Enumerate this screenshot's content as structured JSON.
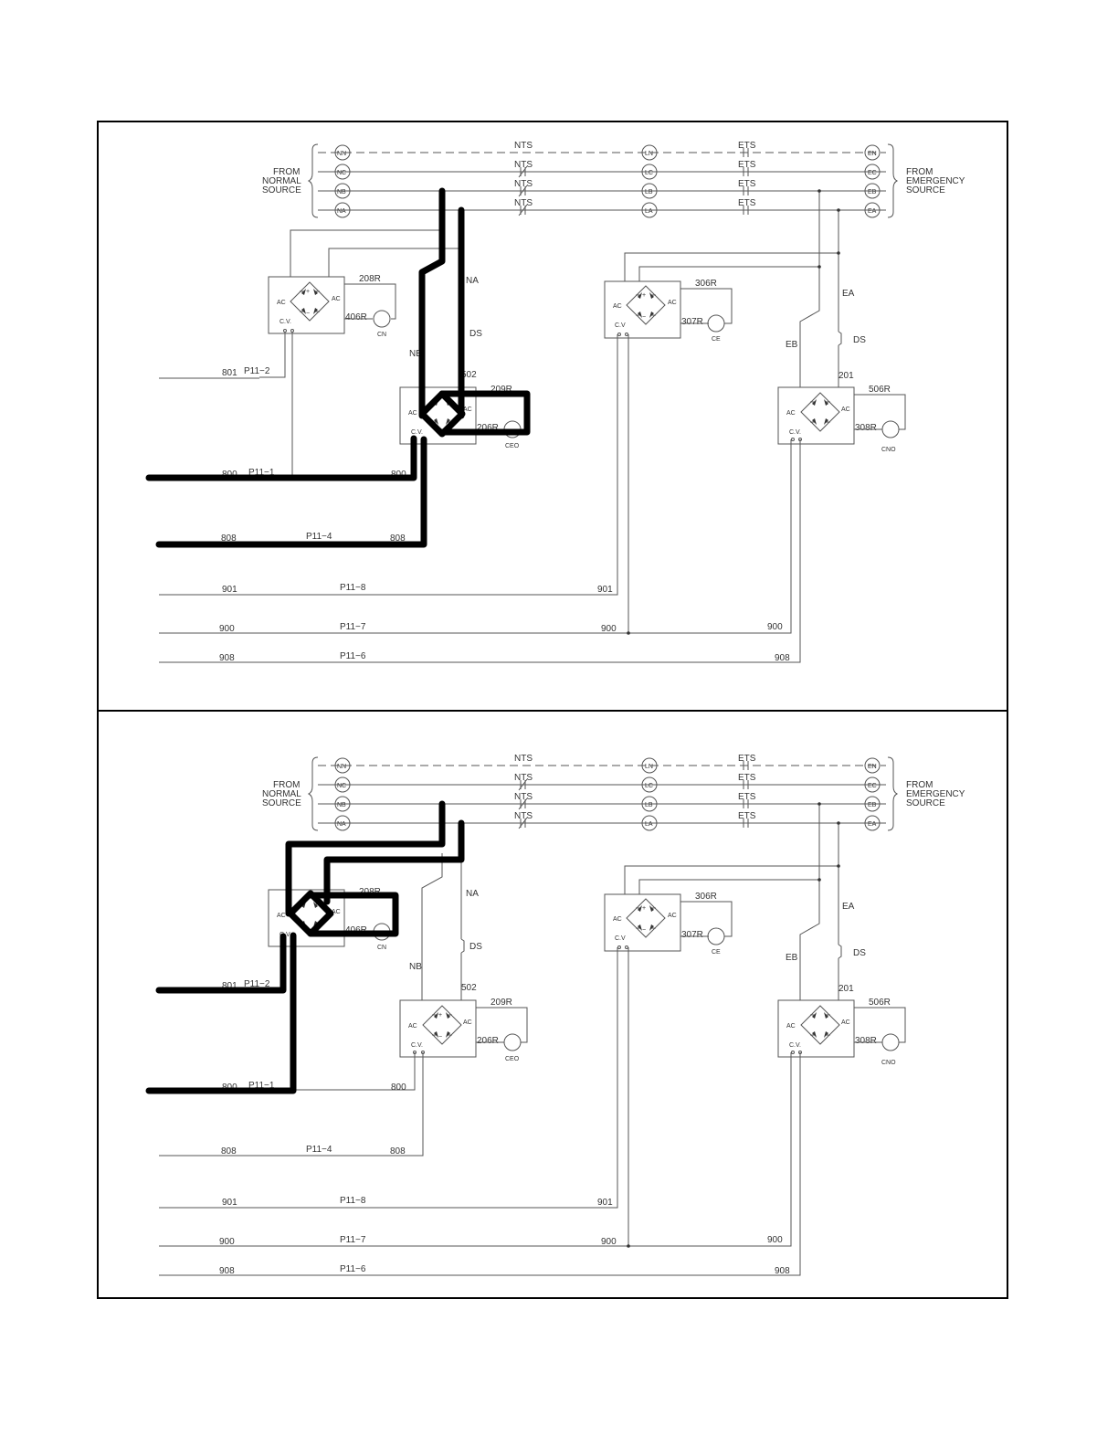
{
  "source_labels": {
    "normal": [
      "FROM",
      "NORMAL",
      "SOURCE"
    ],
    "emergency": [
      "FROM",
      "EMERGENCY",
      "SOURCE"
    ]
  },
  "buses": [
    {
      "left": "NN",
      "mid": "LN",
      "right": "EN",
      "nts": "NTS",
      "ets": "ETS"
    },
    {
      "left": "NC",
      "mid": "LC",
      "right": "EC",
      "nts": "NTS",
      "ets": "ETS"
    },
    {
      "left": "NB",
      "mid": "LB",
      "right": "EB",
      "nts": "NTS",
      "ets": "ETS"
    },
    {
      "left": "NA",
      "mid": "LA",
      "right": "EA",
      "nts": "NTS",
      "ets": "ETS"
    }
  ],
  "rectifiers": {
    "cn": {
      "ac": "AC",
      "cv": "C.V.",
      "r1": "208R",
      "r2": "406R",
      "coil": "CN"
    },
    "ceo": {
      "ac": "AC",
      "cv": "C.V.",
      "r1": "209R",
      "r2": "206R",
      "coil": "CEO"
    },
    "ce": {
      "ac": "AC",
      "cv": "C.V",
      "r1": "306R",
      "r2": "307R",
      "coil": "CE"
    },
    "cno": {
      "ac": "AC",
      "cv": "C.V.",
      "r1": "506R",
      "r2": "308R",
      "coil": "CNO"
    }
  },
  "switch_labels": {
    "na": "NA",
    "nb": "NB",
    "ds": "DS",
    "n502": "502",
    "ea": "EA",
    "eb": "EB",
    "n201": "201"
  },
  "wires": [
    {
      "left": "801",
      "plug": "P11−2",
      "right": ""
    },
    {
      "left": "800",
      "plug": "P11−1",
      "right": "800"
    },
    {
      "left": "808",
      "plug": "P11−4",
      "right": "808"
    },
    {
      "left": "901",
      "plug": "P11−8",
      "right": "901"
    },
    {
      "left": "900",
      "plug": "P11−7",
      "right": "900",
      "right2": "900"
    },
    {
      "left": "908",
      "plug": "P11−6",
      "right": "908"
    }
  ]
}
